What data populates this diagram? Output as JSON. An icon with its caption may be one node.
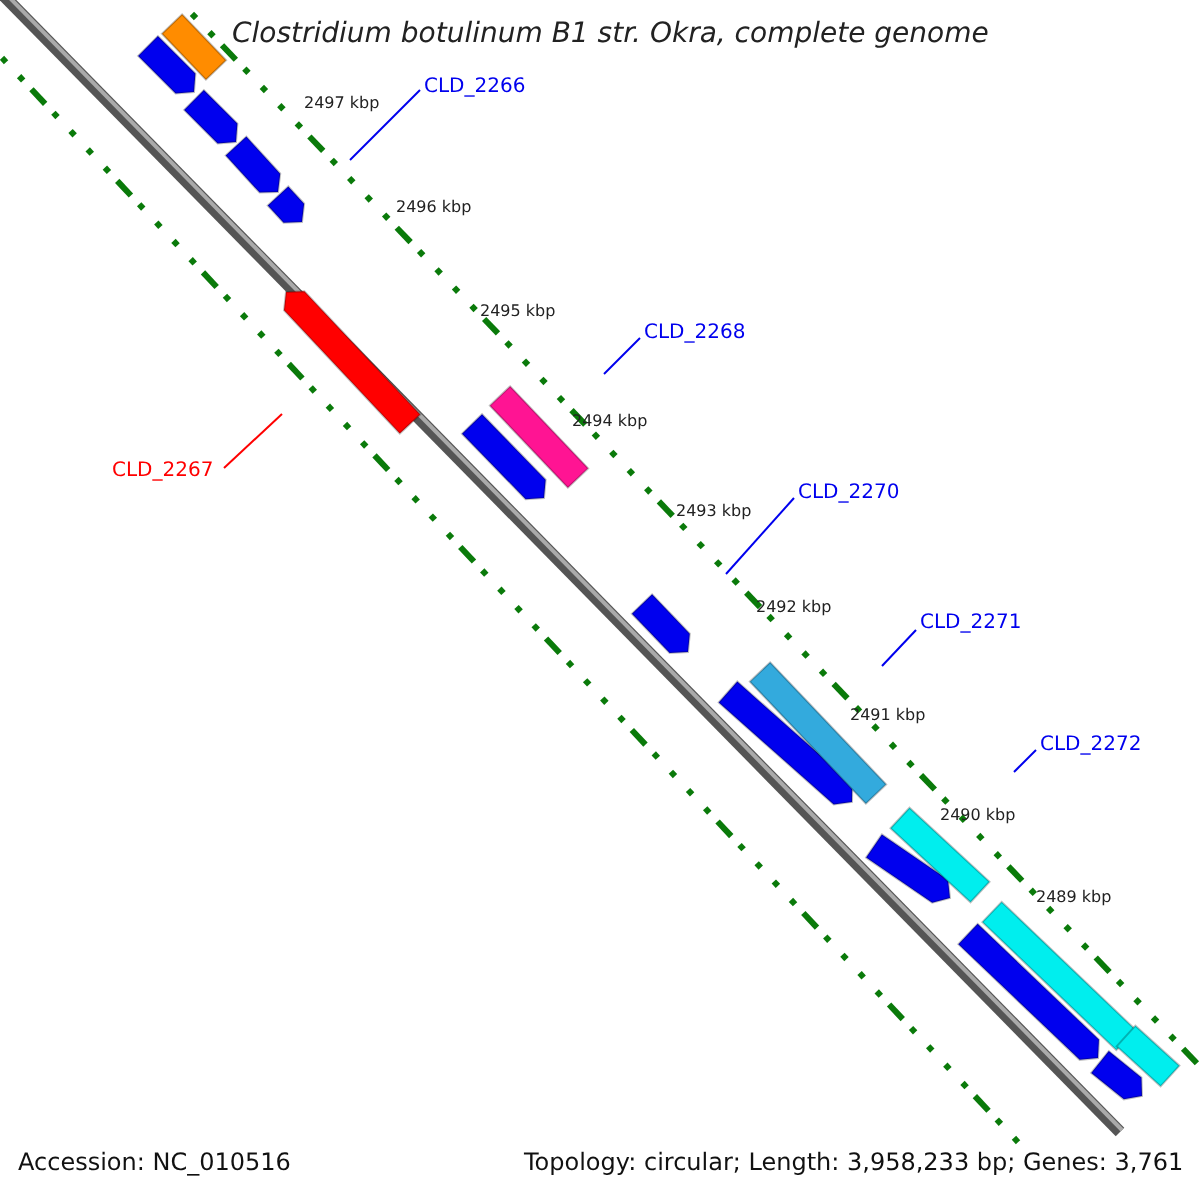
{
  "diagram": {
    "title": "Clostridium botulinum B1 str. Okra, complete genome",
    "nodes": [
      {
        "text": [
          "CLD_2266"
        ]
      },
      {
        "text": [
          "CLD_2268"
        ]
      },
      {
        "text": [
          "CLD_2267"
        ]
      },
      {
        "text": [
          "CLD_2270"
        ]
      },
      {
        "text": [
          "CLD_2271"
        ]
      },
      {
        "text": [
          "CLD_2272"
        ]
      }
    ],
    "edges": [
      {
        "from": 0,
        "to": null,
        "arrow": "none"
      },
      {
        "from": 1,
        "to": null,
        "arrow": "none"
      },
      {
        "from": 2,
        "to": null,
        "arrow": "none",
        "color": "#ff0000"
      },
      {
        "from": 3,
        "to": null,
        "arrow": "none"
      },
      {
        "from": 4,
        "to": null,
        "arrow": "none"
      },
      {
        "from": 5,
        "to": null,
        "arrow": "none"
      }
    ],
    "labels": [
      "2497 kbp",
      "2496 kbp",
      "2495 kbp",
      "2494 kbp",
      "2493 kbp",
      "2492 kbp",
      "2491 kbp",
      "2490 kbp",
      "2489 kbp",
      "Accession: NC_010516",
      "Topology: circular; Length: 3,958,233 bp; Genes: 3,761"
    ]
  }
}
